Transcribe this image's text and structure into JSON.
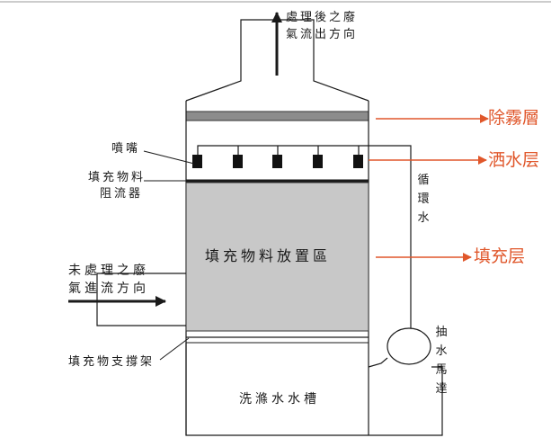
{
  "colors": {
    "ink": "#1a1a1a",
    "accent_red": "#e0572b",
    "fill_gray": "#c8c8c8",
    "demister_gray": "#8c8c8c"
  },
  "labels": {
    "exhaust_line1": "處理後之廢",
    "exhaust_line2": "氣流出方向",
    "nozzle": "噴嘴",
    "distributor_line1": "填充物料",
    "distributor_line2": "阻流器",
    "packing_zone": "填充物料放置區",
    "inlet_line1": "未處理之廢",
    "inlet_line2": "氣進流方向",
    "support": "填充物支撐架",
    "sump": "洗滌水水槽",
    "recirc_water": "循環水",
    "pump": "抽水馬達"
  },
  "callouts": {
    "demister": "除霧層",
    "spray": "洒水层",
    "packing": "填充层"
  }
}
